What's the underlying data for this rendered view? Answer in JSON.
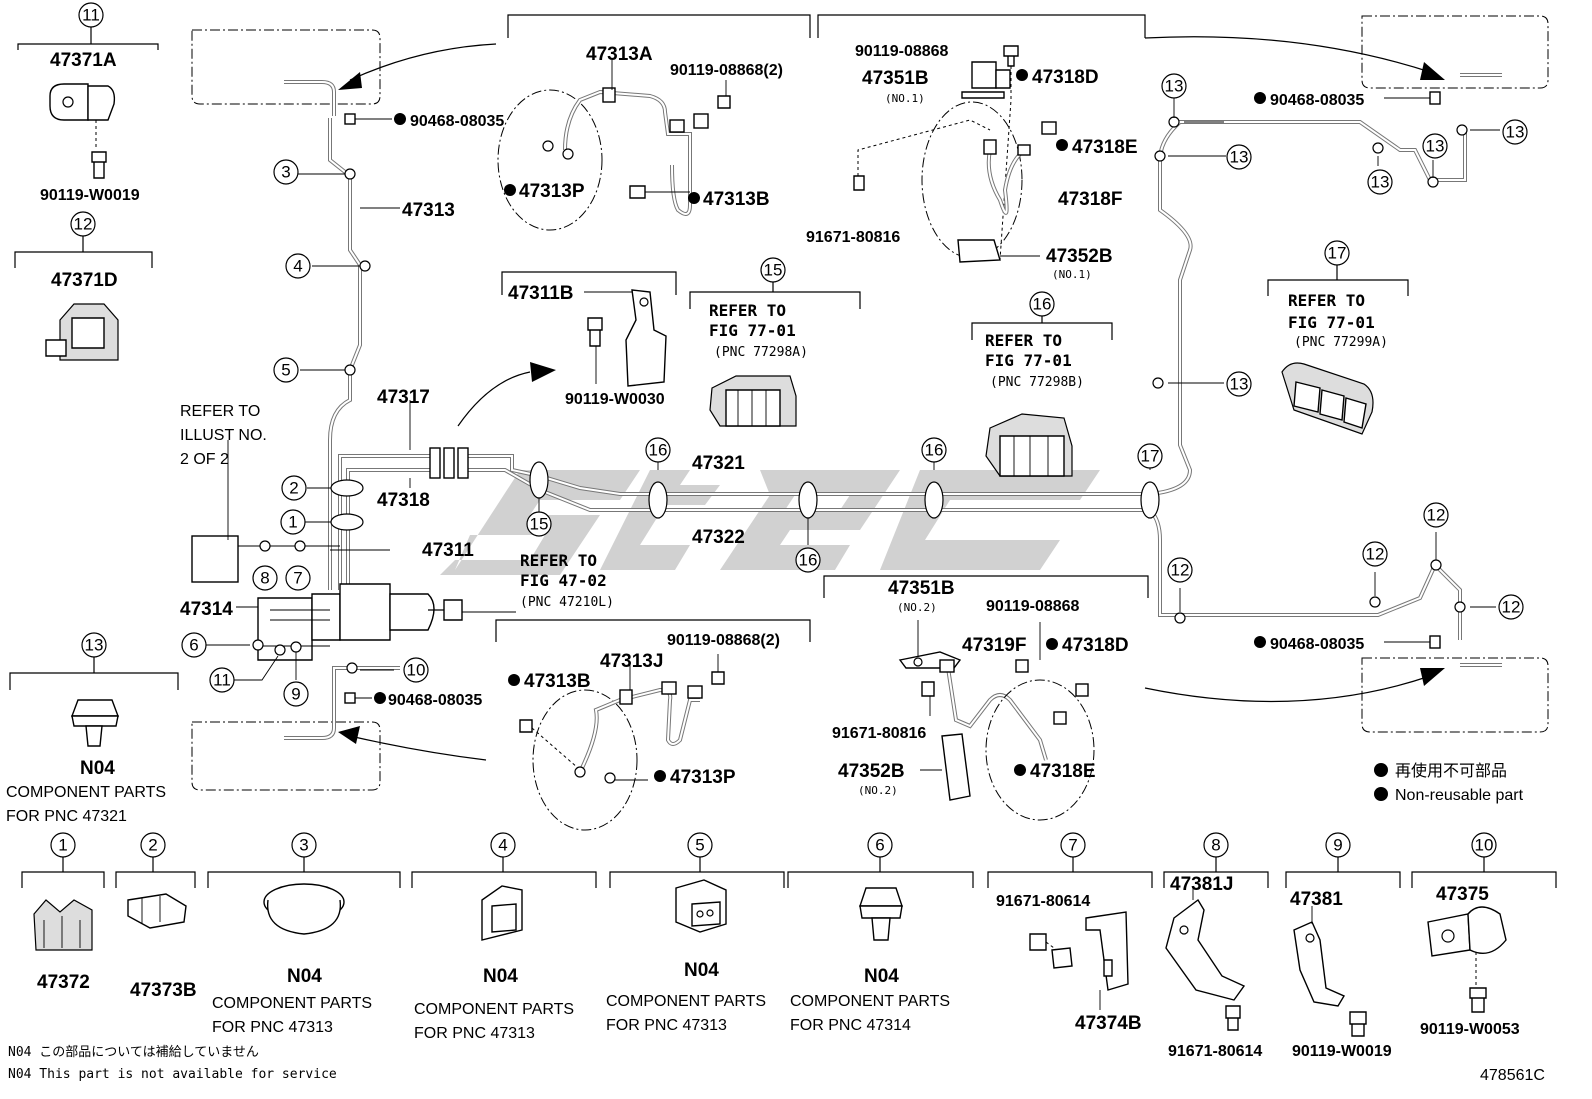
{
  "image_code": "478561C",
  "legend": {
    "marker_jp": "再使用不可部品",
    "marker_en": "Non-reusable part"
  },
  "footnote": {
    "jp": "N04 この部品については補給していません",
    "en": "N04 This part is not available for service"
  },
  "refer_illust": [
    "REFER TO",
    "ILLUST NO.",
    "2 OF 2"
  ],
  "refer_47_02": [
    "REFER TO",
    "FIG 47-02",
    "(PNC 47210L)"
  ],
  "refer_15": [
    "REFER TO",
    "FIG 77-01",
    "(PNC 77298A)"
  ],
  "refer_16": [
    "REFER TO",
    "FIG 77-01",
    "(PNC 77298B)"
  ],
  "refer_17": [
    "REFER TO",
    "FIG 77-01",
    "(PNC 77299A)"
  ],
  "callouts_11_12_13": {
    "c11": "11",
    "p11": "47371A",
    "b11": "90119-W0019",
    "c12": "12",
    "p12": "47371D",
    "c13": "13",
    "n13": "N04",
    "cp13": "COMPONENT PARTS",
    "for13": "FOR PNC 47321"
  },
  "main": {
    "p47313": "47313",
    "p47317": "47317",
    "p47318": "47318",
    "p47311": "47311",
    "p47314": "47314",
    "p47321": "47321",
    "p47322": "47322",
    "c1": "1",
    "c2": "2",
    "c3": "3",
    "c4": "4",
    "c5": "5",
    "c6": "6",
    "c7": "7",
    "c8": "8",
    "c9": "9",
    "c10": "10",
    "c11": "11",
    "c15": "15",
    "c16": "16",
    "c17": "17",
    "c13": "13",
    "c12": "12",
    "clip_top": "90468-08035",
    "clip_bottom": "90468-08035",
    "clip_rt": "90468-08035",
    "clip_rb": "90468-08035"
  },
  "box_47313A": {
    "p47313A": "47313A",
    "bolt": "90119-08868(2)",
    "p47313P": "47313P",
    "p47313B": "47313B"
  },
  "box_47313J": {
    "p47313J": "47313J",
    "bolt": "90119-08868(2)",
    "p47313B": "47313B",
    "p47313P": "47313P"
  },
  "box_top_mid": {
    "bolt": "90119-08868",
    "p47351B": "47351B",
    "no1": "(NO.1)",
    "p47318D": "47318D",
    "p47318E": "47318E",
    "p47318F": "47318F",
    "stud": "91671-80816",
    "p47352B": "47352B",
    "no1b": "(NO.1)"
  },
  "box_bottom_mid": {
    "p47351B": "47351B",
    "no2": "(NO.2)",
    "bolt": "90119-08868",
    "p47319F": "47319F",
    "p47318D": "47318D",
    "stud": "91671-80816",
    "p47352B": "47352B",
    "no2b": "(NO.2)",
    "p47318E": "47318E"
  },
  "box_47311B": {
    "p47311B": "47311B",
    "bolt": "90119-W0030"
  },
  "bottom_row": [
    {
      "num": "1",
      "part": "47372"
    },
    {
      "num": "2",
      "part": "47373B"
    },
    {
      "num": "3",
      "part": "N04",
      "cp": "COMPONENT PARTS",
      "for": "FOR PNC 47313"
    },
    {
      "num": "4",
      "part": "N04",
      "cp": "COMPONENT PARTS",
      "for": "FOR PNC 47313"
    },
    {
      "num": "5",
      "part": "N04",
      "cp": "COMPONENT PARTS",
      "for": "FOR PNC 47313"
    },
    {
      "num": "6",
      "part": "N04",
      "cp": "COMPONENT PARTS",
      "for": "FOR PNC 47314"
    },
    {
      "num": "7",
      "part": "47374B",
      "bolt": "91671-80614"
    },
    {
      "num": "8",
      "part": "47381J",
      "bolt": "91671-80614"
    },
    {
      "num": "9",
      "part": "47381",
      "bolt": "90119-W0019"
    },
    {
      "num": "10",
      "part": "47375",
      "bolt": "90119-W0053"
    }
  ]
}
